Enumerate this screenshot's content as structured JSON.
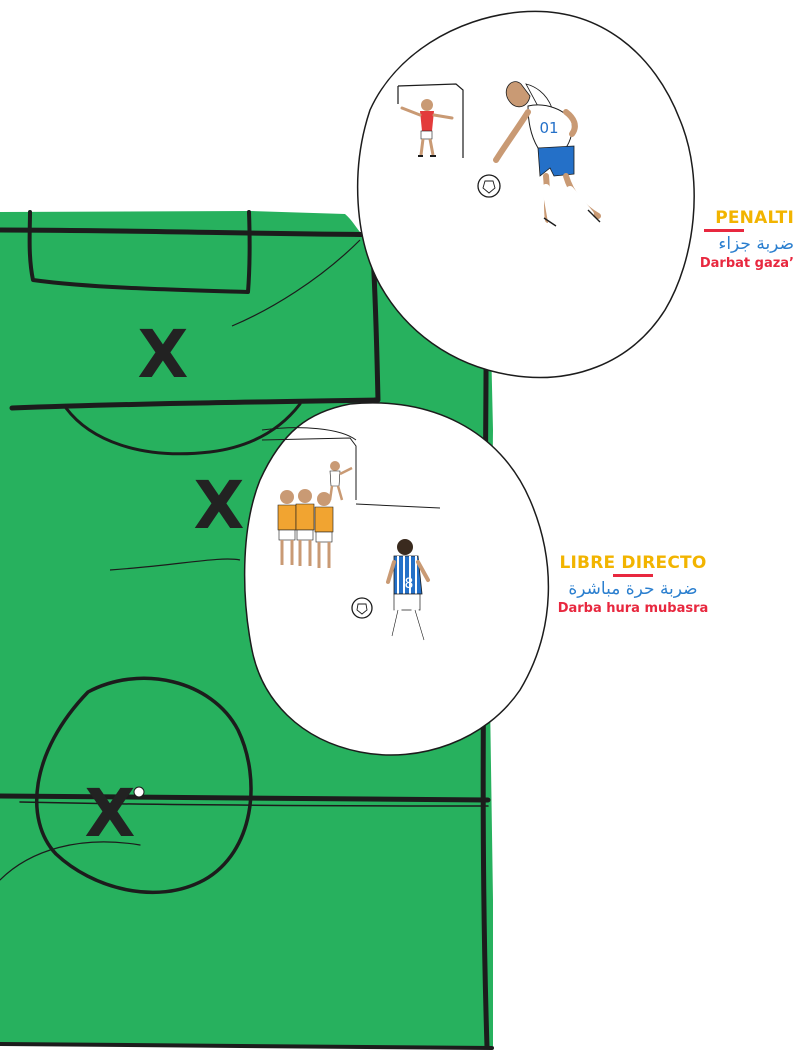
{
  "colors": {
    "pitch": "#27b15e",
    "line": "#1c1c1c",
    "title": "#f2b400",
    "bar": "#e8283f",
    "arabic": "#2b7fcf",
    "translit": "#e8283f",
    "kit_white": "#ffffff",
    "kit_blue": "#2470c8",
    "kit_red": "#e33b3b",
    "kit_orange": "#f1a431",
    "skin": "#c99a74",
    "ink": "#222222"
  },
  "field": {
    "markers": [
      "X",
      "X",
      "X"
    ]
  },
  "scenes": {
    "penalty": {
      "title": "PENALTI",
      "arabic": "ضربة جزاء",
      "translit": "Darbat gaza’",
      "shirt_number": "01"
    },
    "free_kick": {
      "title": "LIBRE DIRECTO",
      "arabic": "ضربة حرة مباشرة",
      "translit": "Darba hura mubasra",
      "shirt_number": "8"
    }
  }
}
